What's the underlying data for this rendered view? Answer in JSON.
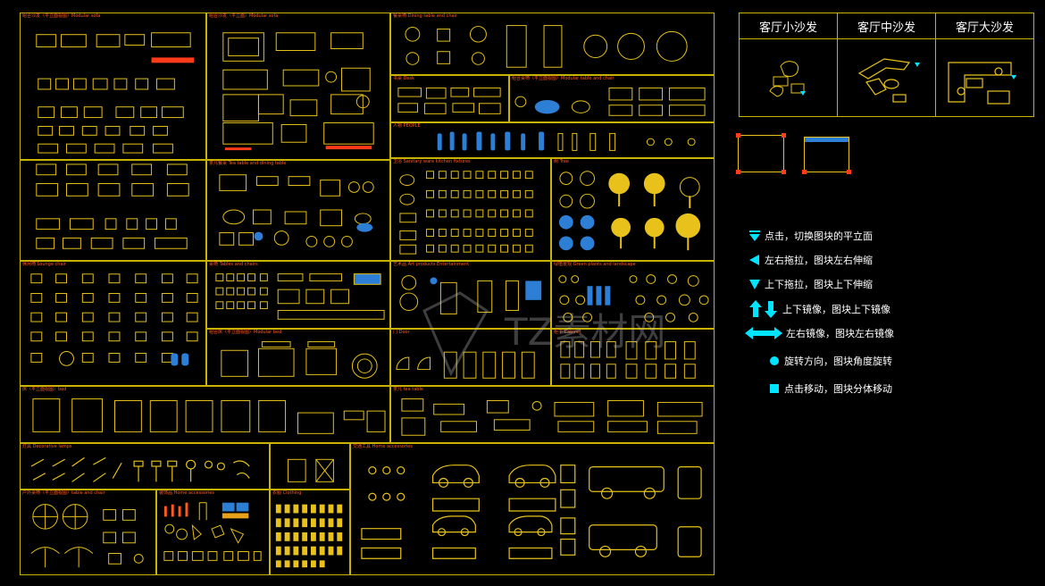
{
  "panels": {
    "small_sofa": "组合沙发（平立面视图）Modular sofa",
    "modular_sofa": "组合沙发（平立面）Modular sofa",
    "dining": "餐桌椅 Dining table and chair",
    "desk": "书桌 Desk",
    "mod_table": "组合桌椅（平立面视图）Modular table and chair",
    "people": "人物 PEOPLE",
    "tea_dining": "茶几餐桌 Tea table and dining table",
    "sanitary": "卫浴 Sanitary ware kitchen fixtures",
    "tree": "树 Tree",
    "lounge": "休闲椅 Lounge chair",
    "tables_chairs": "桌椅 Tables and chairs",
    "art": "艺术品 Art products Entertainment",
    "green": "绿植景观 Green plants and landscape",
    "mod_bed": "组合床（平立面视图）Modular bed",
    "doors": "门 Door",
    "cabinet": "柜子 Cabinet",
    "bed": "床（平立面视图）bed",
    "tea_table": "茶几 tea table",
    "lamps": "灯具 Decorative lamps",
    "outdoor": "户外桌椅（平立面视图）table and chair",
    "home_acc": "装饰品 Home accessories",
    "clothing": "衣服 Clothing",
    "vehicles": "交通工具 Home accessories"
  },
  "sofa_table": {
    "headers": [
      "客厅小沙发",
      "客厅中沙发",
      "客厅大沙发"
    ]
  },
  "legend": [
    {
      "icon": "filled-triangle-down-with-bar",
      "text": "点击，切换图块的平立面"
    },
    {
      "icon": "arrow-left",
      "text": "左右拖拉，图块左右伸缩"
    },
    {
      "icon": "arrow-down",
      "text": "上下拖拉，图块上下伸缩"
    },
    {
      "icon": "up-down-arrows",
      "text": "上下镜像，图块上下镜像"
    },
    {
      "icon": "left-right-arrows",
      "text": "左右镜像，图块左右镜像"
    },
    {
      "icon": "circle",
      "text": "旋转方向，图块角度旋转"
    },
    {
      "icon": "square",
      "text": "点击移动，图块分体移动"
    }
  ],
  "colors": {
    "background": "#000000",
    "frame": "#c8b400",
    "drawing": "#e8c21a",
    "accent": "#00e5ff",
    "title": "#ff5a1f",
    "blue": "#2d7fd6"
  },
  "watermark": "TZ素材网"
}
